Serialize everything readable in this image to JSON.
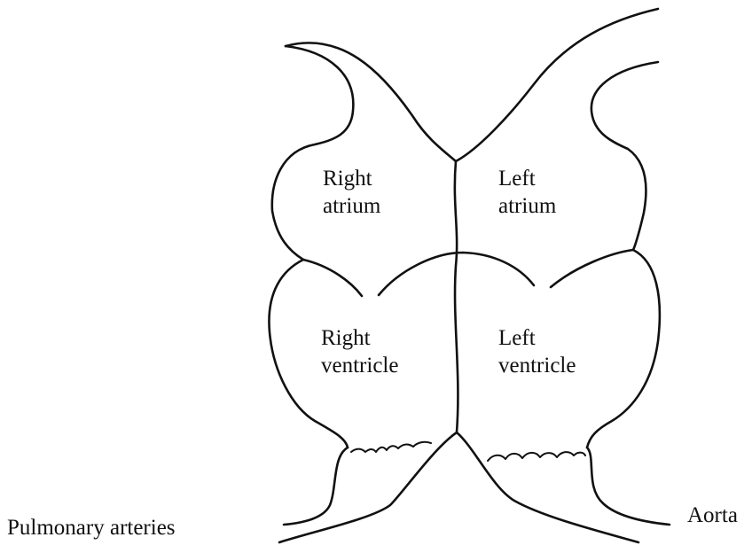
{
  "labels": {
    "right_atrium": [
      "Right",
      "atrium"
    ],
    "left_atrium": [
      "Left",
      "atrium"
    ],
    "right_ventricle": [
      "Right",
      "ventricle"
    ],
    "left_ventricle": [
      "Left",
      "ventricle"
    ],
    "pulmonary_arteries": "Pulmonary arteries",
    "aorta": "Aorta"
  }
}
